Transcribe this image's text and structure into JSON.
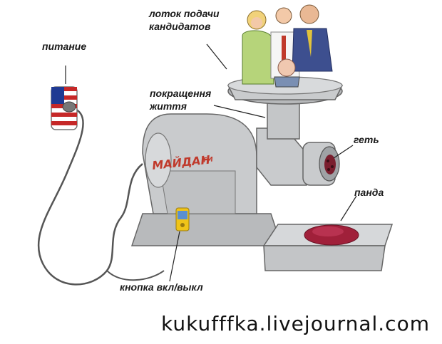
{
  "labels": {
    "power": "питание",
    "feeder": "лоток подачи\nкандидатов",
    "improvement": "покращення\nжиття",
    "get_out": "геть",
    "panda": "панда",
    "switch": "кнопка вкл/выкл"
  },
  "brand": {
    "text": "МАЙДАН",
    "tm": "TM",
    "color": "#c0392b"
  },
  "credit": "kukufffka.livejournal.com",
  "colors": {
    "machine": "#c9cbcd",
    "machine_dark": "#8e9194",
    "minced": "#a0203a",
    "switch": "#f0c419"
  },
  "icons": {
    "plug": "us-flag-plug-icon",
    "people": "candidates-figures"
  }
}
